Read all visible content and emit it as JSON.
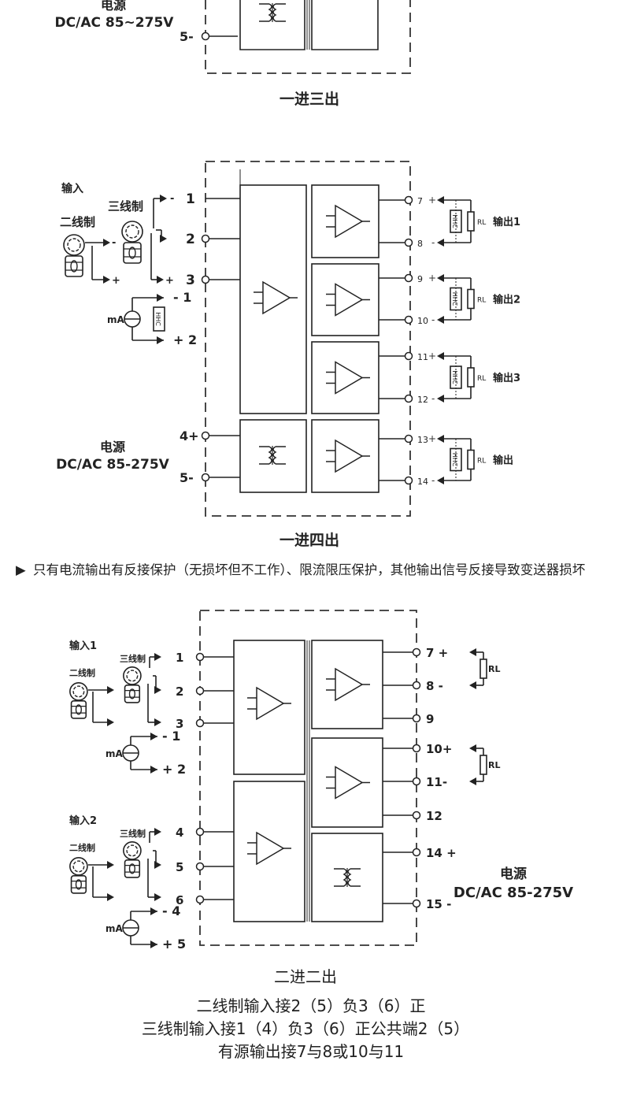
{
  "diagrams": [
    {
      "title": "一进三出",
      "power_label": "电源",
      "power_spec": "DC/AC 85~275V",
      "left_terminals": [
        "5-"
      ]
    },
    {
      "title": "一进四出",
      "input_label": "输入",
      "two_wire_label": "二线制",
      "three_wire_label": "三线制",
      "two_wire_pins": [
        "-",
        "+"
      ],
      "three_wire_pins": [
        "-",
        "+"
      ],
      "left_terminals": [
        "1",
        "2",
        "3",
        "4+",
        "5-"
      ],
      "ma_label": "mA",
      "ma_terminals": [
        "- 1",
        "+ 2"
      ],
      "right_terminals": [
        "7",
        "8",
        "9",
        "10",
        "11",
        "12",
        "13",
        "14"
      ],
      "load_label": "RL",
      "outputs": [
        "输出1",
        "输出2",
        "输出3",
        "输出"
      ],
      "power_label": "电源",
      "power_spec": "DC/AC 85-275V"
    },
    {
      "title": "二进二出",
      "input1_label": "输入1",
      "input2_label": "输入2",
      "two_wire_label": "二线制",
      "three_wire_label": "三线制",
      "left_terminals": [
        "1",
        "2",
        "3",
        "4",
        "5",
        "6"
      ],
      "ma_label": "mA",
      "ma_terminals_1": [
        "- 1",
        "+ 2"
      ],
      "ma_terminals_2": [
        "- 4",
        "+ 5"
      ],
      "right_terminals": [
        "7 +",
        "8 -",
        "9",
        "10+",
        "11-",
        "12",
        "14 +",
        "15 -"
      ],
      "load_label": "RL",
      "power_label": "电源",
      "power_spec": "DC/AC 85-275V"
    }
  ],
  "wiring_notes": [
    "二线制输入接2（5）负3（6）正",
    "三线制输入接1（4）负3（6）正公共端2（5）",
    "有源输出接7与8或10与11"
  ],
  "overlay_note": "只有电流输出有反接保护（无损坏但不工作）、限流限压保护，其他输出信号反接导致变送器损坏"
}
